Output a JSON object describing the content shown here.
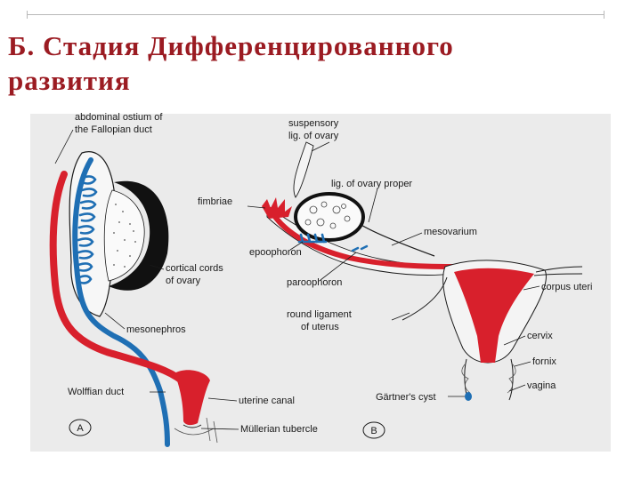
{
  "title": {
    "line1": "Б. Стадия Дифференцированного",
    "line2": "развития"
  },
  "colors": {
    "title": "#9b1b22",
    "mullerian_duct": "#d8202c",
    "wolffian_duct": "#1f6fb4",
    "background_panel": "#ebebeb",
    "outline": "#1a1a1a"
  },
  "panel_a": {
    "badge": "A",
    "labels": {
      "ostium_line1": "abdominal ostium of",
      "ostium_line2": "the Fallopian duct",
      "cortical_line1": "cortical cords",
      "cortical_line2": "of ovary",
      "mesonephros": "mesonephros",
      "wolffian_duct": "Wolffian duct",
      "uterine_canal": "uterine canal",
      "mullerian_tubercle": "Müllerian tubercle"
    }
  },
  "panel_b": {
    "badge": "B",
    "labels": {
      "suspensory_line1": "suspensory",
      "suspensory_line2": "lig. of ovary",
      "lig_ovary_proper": "lig. of ovary proper",
      "fimbriae": "fimbriae",
      "mesovarium": "mesovarium",
      "epoophoron": "epoophoron",
      "paroophoron": "paroophoron",
      "corpus_uteri": "corpus uteri",
      "round_lig_line1": "round ligament",
      "round_lig_line2": "of uterus",
      "cervix": "cervix",
      "fornix": "fornix",
      "vagina": "vagina",
      "gartners_cyst": "Gärtner's cyst"
    }
  }
}
